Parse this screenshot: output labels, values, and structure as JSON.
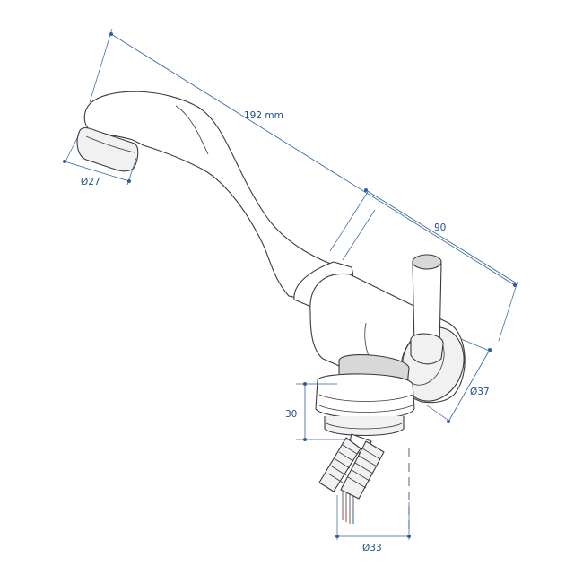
{
  "dimensions": {
    "length": "192 mm",
    "spout_diameter": "Ø27",
    "body_length": "90",
    "body_diameter": "Ø37",
    "base_height": "30",
    "base_diameter": "Ø33"
  },
  "colors": {
    "outline": "#3a3a3a",
    "dimension": "#2f5f9e",
    "dimension_text": "#1f4f8a",
    "background": "#ffffff"
  }
}
